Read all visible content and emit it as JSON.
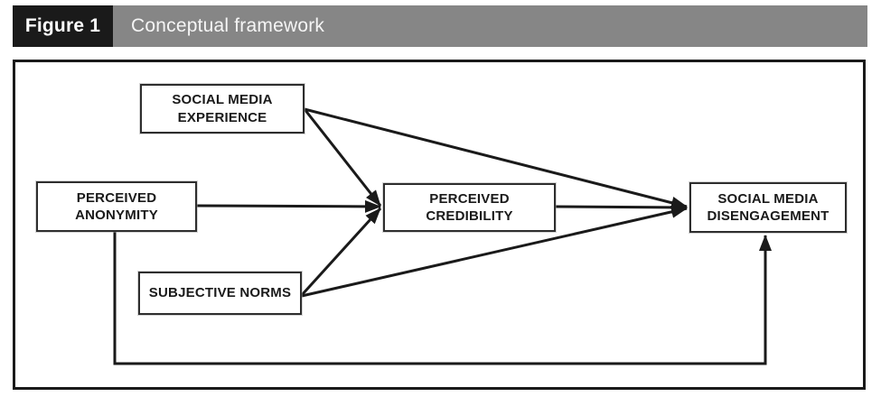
{
  "header": {
    "figure_label": "Figure 1",
    "title": "Conceptual framework"
  },
  "diagram": {
    "nodes": {
      "experience": {
        "label": "Social media experience",
        "lines": [
          "SOCIAL MEDIA",
          "EXPERIENCE"
        ]
      },
      "anonymity": {
        "label": "Perceived anonymity",
        "lines": [
          "PERCEIVED",
          "ANONYMITY"
        ]
      },
      "norms": {
        "label": "Subjective norms",
        "lines": [
          "SUBJECTIVE NORMS"
        ]
      },
      "credibility": {
        "label": "Perceived credibility",
        "lines": [
          "PERCEIVED",
          "CREDIBILITY"
        ]
      },
      "disengagement": {
        "label": "Social media disengagement",
        "lines": [
          "SOCIAL MEDIA",
          "DISENGAGEMENT"
        ]
      }
    },
    "edges": [
      {
        "from": "experience",
        "to": "credibility"
      },
      {
        "from": "experience",
        "to": "disengagement"
      },
      {
        "from": "anonymity",
        "to": "credibility"
      },
      {
        "from": "norms",
        "to": "credibility"
      },
      {
        "from": "norms",
        "to": "disengagement"
      },
      {
        "from": "credibility",
        "to": "disengagement"
      },
      {
        "from": "anonymity",
        "to": "disengagement",
        "route": "bottom-elbow"
      }
    ],
    "colors": {
      "header_label_bg": "#1a1a1a",
      "header_label_text": "#ffffff",
      "header_title_bg": "#868686",
      "header_title_text": "#f5f5f5",
      "frame_border": "#1a1a1a",
      "node_border": "#2e2e2e",
      "node_fill": "#ffffff",
      "node_text": "#1a1a1a",
      "edge_line": "#1a1a1a"
    }
  }
}
